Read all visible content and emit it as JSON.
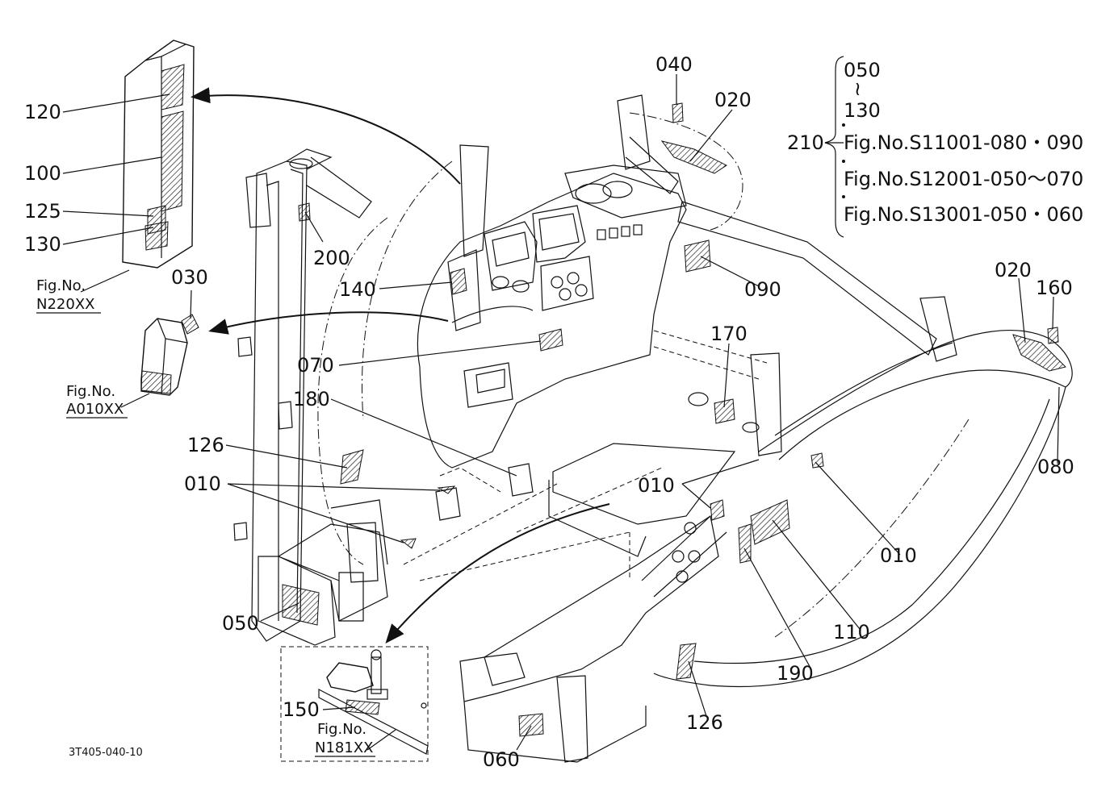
{
  "doc_code": "3T405-040-10",
  "callouts": {
    "c120": "120",
    "c100": "100",
    "c125": "125",
    "c130": "130",
    "c030": "030",
    "c200": "200",
    "c140": "140",
    "c070": "070",
    "c180": "180",
    "c126a": "126",
    "c010a": "010",
    "c050": "050",
    "c150": "150",
    "c060": "060",
    "c126b": "126",
    "c040": "040",
    "c020a": "020",
    "c090": "090",
    "c170": "170",
    "c010b": "010",
    "c010c": "010",
    "c110": "110",
    "c190": "190",
    "c020b": "020",
    "c160": "160",
    "c080": "080",
    "c210": "210"
  },
  "fig_refs": {
    "n220_label": "Fig.No.",
    "n220_code": "N220XX",
    "a010_label": "Fig.No.",
    "a010_code": "A010XX",
    "n181_label": "Fig.No.",
    "n181_code": "N181XX"
  },
  "legend": {
    "range_start": "050",
    "range_tilde": "≀",
    "range_end": "130",
    "ref1": "Fig.No.S11001-080・090",
    "ref2": "Fig.No.S12001-050～070",
    "ref3": "Fig.No.S13001-050・060"
  }
}
